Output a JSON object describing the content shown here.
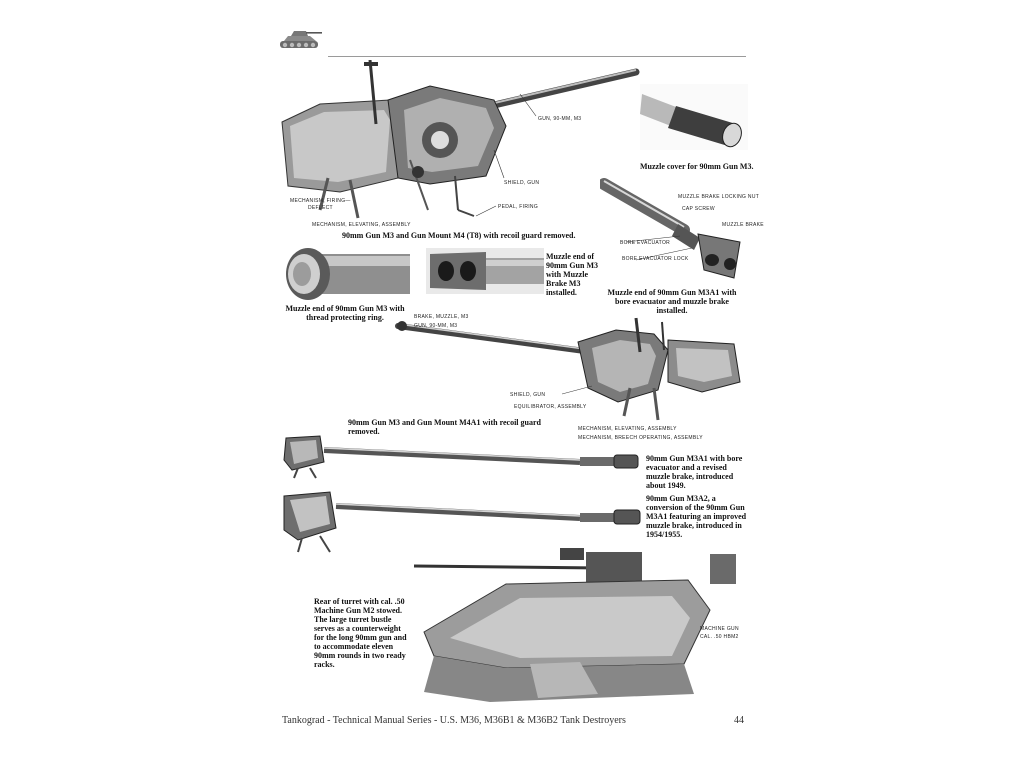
{
  "captions": {
    "gun_mount_m4": "90mm Gun M3 and Gun Mount M4 (T8) with recoil guard removed.",
    "muzzle_cover": "Muzzle cover for 90mm Gun M3.",
    "thread_ring": "Muzzle end of 90mm Gun M3 with thread protecting ring.",
    "muzzle_brake_m3": "Muzzle end of 90mm Gun M3 with Muzzle Brake M3 installed.",
    "m3a1_muzzle": "Muzzle end of 90mm Gun M3A1 with bore evacuator and muzzle brake installed.",
    "gun_mount_m4a1": "90mm Gun M3 and Gun Mount M4A1 with recoil guard removed.",
    "m3a1_1949": "90mm Gun M3A1 with bore evacuator and a revised muzzle brake, introduced about 1949.",
    "m3a2": "90mm Gun M3A2, a conversion of the 90mm Gun M3A1 featuring an improved muzzle brake, introduced in 1954/1955.",
    "turret_rear": "Rear of turret with cal. .50 Machine Gun M2 stowed. The large turret bustle serves as a counterweight for the long 90mm gun and to accommodate eleven 90mm rounds in two ready racks."
  },
  "callouts": {
    "gun_90mm_m3": "GUN, 90-MM, M3",
    "shield_gun": "SHIELD, GUN",
    "mechanism_firing": "MECHANISM, FIRING—",
    "mechanism_firing_2": "DEFLECT",
    "pedal_firing": "PEDAL, FIRING",
    "mechanism_elevating": "MECHANISM, ELEVATING, ASSEMBLY",
    "muzzle_brake_locking": "MUZZLE BRAKE LOCKING NUT",
    "cap_screw": "CAP SCREW",
    "muzzle_brake": "MUZZLE BRAKE",
    "bore_evacuator": "BORE EVACUATOR",
    "bore_evacuator_lock": "BORE EVACUATOR LOCK",
    "brake_muzzle_m3": "BRAKE, MUZZLE, M3",
    "gun_90mm_m3_b": "GUN, 90-MM, M3",
    "shield_gun_b": "SHIELD, GUN",
    "equilibrator": "EQUILIBRATOR, ASSEMBLY",
    "mechanism_elevating_b": "MECHANISM, ELEVATING, ASSEMBLY",
    "mechanism_breech": "MECHANISM, BREECH OPERATING, ASSEMBLY",
    "machine_gun": "MACHINE GUN",
    "machine_gun_2": "CAL. .50 HBM2"
  },
  "footer": {
    "series": "Tankograd - Technical Manual Series - U.S. M36, M36B1 & M36B2 Tank Destroyers",
    "page_number": "44"
  }
}
